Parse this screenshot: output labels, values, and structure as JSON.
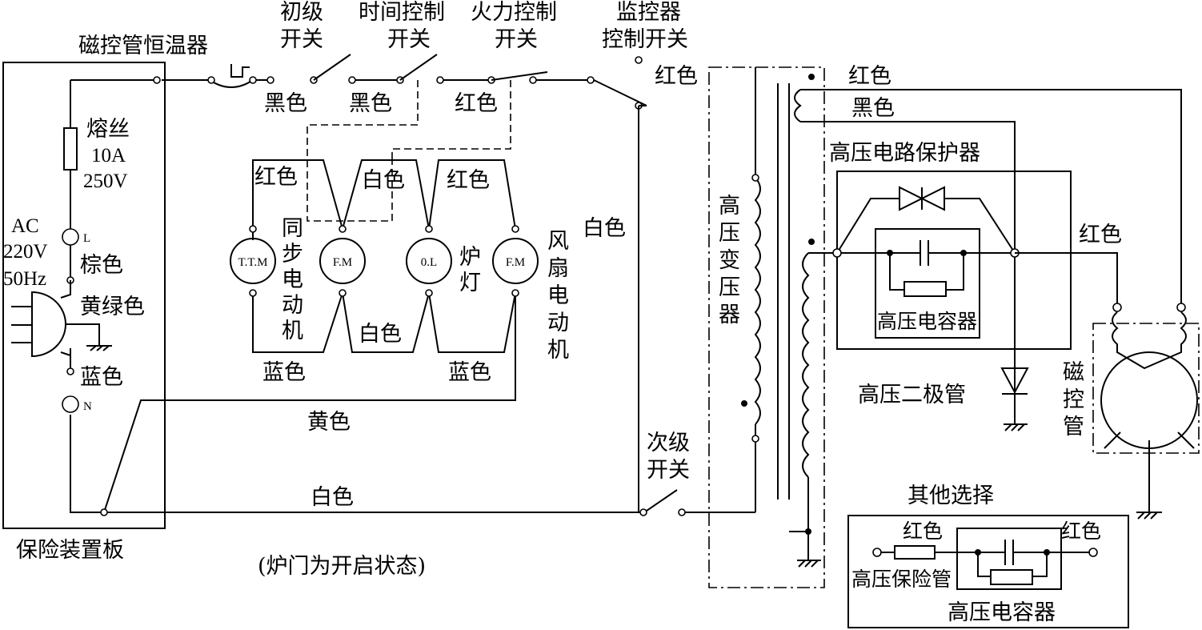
{
  "labels": {
    "magnetron_thermostat": "磁控管恒温器",
    "primary_switch_l1": "初级",
    "primary_switch_l2": "开关",
    "timer_control_l1": "时间控制",
    "timer_control_l2": "开关",
    "power_control_l1": "火力控制",
    "power_control_l2": "开关",
    "monitor_switch_l1": "监控器",
    "monitor_switch_l2": "控制开关",
    "fuse": "熔丝",
    "fuse_current": "10A",
    "fuse_voltage": "250V",
    "ac": "AC",
    "ac_voltage": "220V",
    "ac_freq": "50Hz",
    "terminal_l": "L",
    "terminal_n": "N",
    "brown": "棕色",
    "yellow_green": "黄绿色",
    "blue_left": "蓝色",
    "black_1": "黑色",
    "black_2": "黑色",
    "red_power": "红色",
    "red_motor": "红色",
    "white_motor": "白色",
    "red_motor_2": "红色",
    "white_bottom": "白色",
    "blue_bottom_1": "蓝色",
    "blue_bottom_2": "蓝色",
    "yellow": "黄色",
    "white_bottom_wire": "白色",
    "white_right": "白色",
    "ttm": "T.T.M",
    "fm": "F.M",
    "ol": "0.L",
    "fm2": "F.M",
    "sync_motor": [
      "同",
      "步",
      "电",
      "动",
      "机"
    ],
    "oven_lamp": [
      "炉",
      "灯"
    ],
    "fan_motor": [
      "风",
      "扇",
      "电",
      "动",
      "机"
    ],
    "protection_board": "保险装置板",
    "door_open_note": "(炉门为开启状态)",
    "secondary_switch_l1": "次级",
    "secondary_switch_l2": "开关",
    "red_monitor": "红色",
    "hv_transformer": [
      "高",
      "压",
      "变",
      "压",
      "器"
    ],
    "red_top": "红色",
    "black_top": "黑色",
    "hv_protector": "高压电路保护器",
    "hv_capacitor": "高压电容器",
    "hv_diode": "高压二极管",
    "red_right": "红色",
    "magnetron": [
      "磁",
      "控",
      "管"
    ],
    "other_options": "其他选择",
    "opt_red_left": "红色",
    "opt_red_right": "红色",
    "hv_fuse": "高压保险管",
    "hv_capacitor_2": "高压电容器"
  }
}
